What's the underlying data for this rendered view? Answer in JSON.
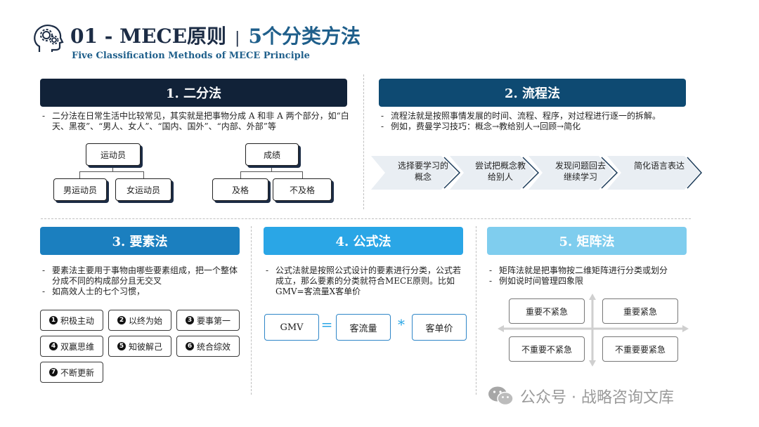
{
  "header": {
    "title_main": "01 - MECE原则",
    "title_sep": "|",
    "title_sub": "5个分类方法",
    "subtitle": "Five Classification Methods of MECE Principle",
    "icon": "head-gears-icon"
  },
  "colors": {
    "s1": "#112238",
    "s2": "#0e4a72",
    "s3": "#1b7fbf",
    "s4": "#2aa6e6",
    "s5": "#7fcdee"
  },
  "s1": {
    "title": "1. 二分法",
    "bullets": [
      "二分法在日常生活中比较常见，其实就是把事物分成 A 和非 A 两个部分，如“白天、黑夜”、“男人、女人”、“国内、国外”、“内部、外部”等"
    ],
    "tree1": {
      "root": "运动员",
      "left": "男运动员",
      "right": "女运动员"
    },
    "tree2": {
      "root": "成绩",
      "left": "及格",
      "right": "不及格"
    }
  },
  "s2": {
    "title": "2. 流程法",
    "bullets": [
      "流程法就是按照事情发展的时间、流程、程序，对过程进行逐一的拆解。",
      "例如，费曼学习技巧：概念→教给别人→回顾→简化"
    ],
    "steps": [
      "选择要学习的概念",
      "尝试把概念教给别人",
      "发现问题回去继续学习",
      "简化语言表达"
    ]
  },
  "s3": {
    "title": "3. 要素法",
    "bullets": [
      "要素法主要用于事物由哪些要素组成，把一个整体分成不同的构成部分且无交叉",
      "如高效人士的七个习惯，"
    ],
    "habits": [
      {
        "n": "1",
        "label": "积极主动"
      },
      {
        "n": "2",
        "label": "以终为始"
      },
      {
        "n": "3",
        "label": "要事第一"
      },
      {
        "n": "4",
        "label": "双赢思维"
      },
      {
        "n": "5",
        "label": "知彼解己"
      },
      {
        "n": "6",
        "label": "统合综效"
      },
      {
        "n": "7",
        "label": "不断更新"
      }
    ]
  },
  "s4": {
    "title": "4. 公式法",
    "bullets": [
      "公式法就是按照公式设计的要素进行分类，公式若成立，那么要素的分类就符合MECE原则。比如  GMV=客流量X客单价"
    ],
    "formula": {
      "a": "GMV",
      "eq": "=",
      "b": "客流量",
      "op": "*",
      "c": "客单价"
    }
  },
  "s5": {
    "title": "5. 矩阵法",
    "bullets": [
      "矩阵法就是把事物按二维矩阵进行分类或划分",
      "例如说时间管理四象限"
    ],
    "quadrants": [
      "重要不紧急",
      "重要紧急",
      "不重要不紧急",
      "不重要要紧急"
    ]
  },
  "footer": {
    "text": "公众号 · 战略咨询文库",
    "icon": "wechat-icon"
  }
}
